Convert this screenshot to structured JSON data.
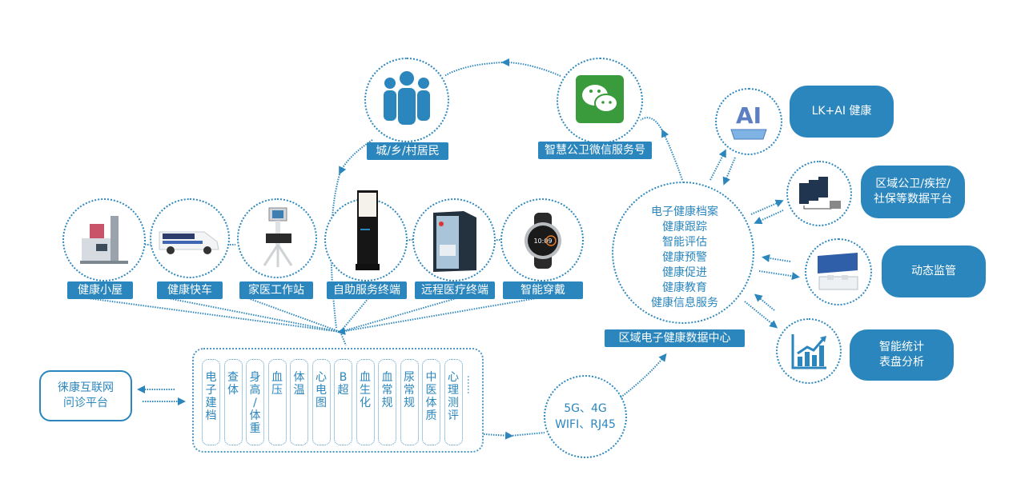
{
  "colors": {
    "primary": "#2a86bd",
    "dotted": "#2f88be",
    "wechat_green": "#3a9b3c",
    "background": "#ffffff"
  },
  "top_nodes": {
    "residents": {
      "label": "城/乡/村居民",
      "icon": "people-group-icon"
    },
    "wechat": {
      "label": "智慧公卫微信服务号",
      "icon": "wechat-icon"
    }
  },
  "devices": [
    {
      "label": "健康小屋",
      "icon": "health-cabin-icon"
    },
    {
      "label": "健康快车",
      "icon": "health-van-icon"
    },
    {
      "label": "家医工作站",
      "icon": "doctor-workstation-icon"
    },
    {
      "label": "自助服务终端",
      "icon": "self-service-kiosk-icon"
    },
    {
      "label": "远程医疗终端",
      "icon": "telemedicine-booth-icon"
    },
    {
      "label": "智能穿戴",
      "icon": "smartwatch-icon"
    }
  ],
  "metrics": [
    [
      "电",
      "子",
      "建",
      "档"
    ],
    [
      "查",
      "体"
    ],
    [
      "身",
      "高",
      "/",
      "体",
      "重"
    ],
    [
      "血",
      "压"
    ],
    [
      "体",
      "温"
    ],
    [
      "心",
      "电",
      "图"
    ],
    [
      "B",
      "超"
    ],
    [
      "血",
      "生",
      "化"
    ],
    [
      "血",
      "常",
      "规"
    ],
    [
      "尿",
      "常",
      "规"
    ],
    [
      "中",
      "医",
      "体",
      "质"
    ],
    [
      "心",
      "理",
      "测",
      "评"
    ]
  ],
  "metrics_more": "……",
  "inquiry_platform": {
    "line1": "徕康互联网",
    "line2": "问诊平台"
  },
  "network": {
    "line1": "5G、4G",
    "line2": "WIFI、RJ45"
  },
  "data_center": {
    "services": [
      "电子健康档案",
      "健康跟踪",
      "智能评估",
      "健康预警",
      "健康促进",
      "健康教育",
      "健康信息服务"
    ],
    "label": "区域电子健康数据中心"
  },
  "outputs": [
    {
      "icon": "ai-chip-icon",
      "lines": [
        "LK+AI 健康"
      ]
    },
    {
      "icon": "server-network-icon",
      "lines": [
        "区域公卫/疾控/",
        "社保等数据平台"
      ]
    },
    {
      "icon": "monitoring-dashboard-icon",
      "lines": [
        "动态监管"
      ]
    },
    {
      "icon": "growth-chart-icon",
      "lines": [
        "智能统计",
        "表盘分析"
      ]
    }
  ]
}
